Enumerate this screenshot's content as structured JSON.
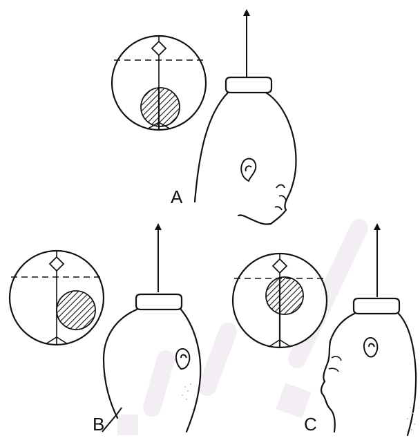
{
  "panels": [
    {
      "id": "A",
      "label": "A"
    },
    {
      "id": "B",
      "label": "B"
    },
    {
      "id": "C",
      "label": "C"
    }
  ],
  "colors": {
    "ink": "#111111",
    "background": "#ffffff",
    "watermark": "#f3eef3"
  },
  "icons": {
    "arrow": "up-arrow-icon",
    "transducer": "transducer-pad-icon",
    "lens_marker": "diamond-marker-icon"
  }
}
